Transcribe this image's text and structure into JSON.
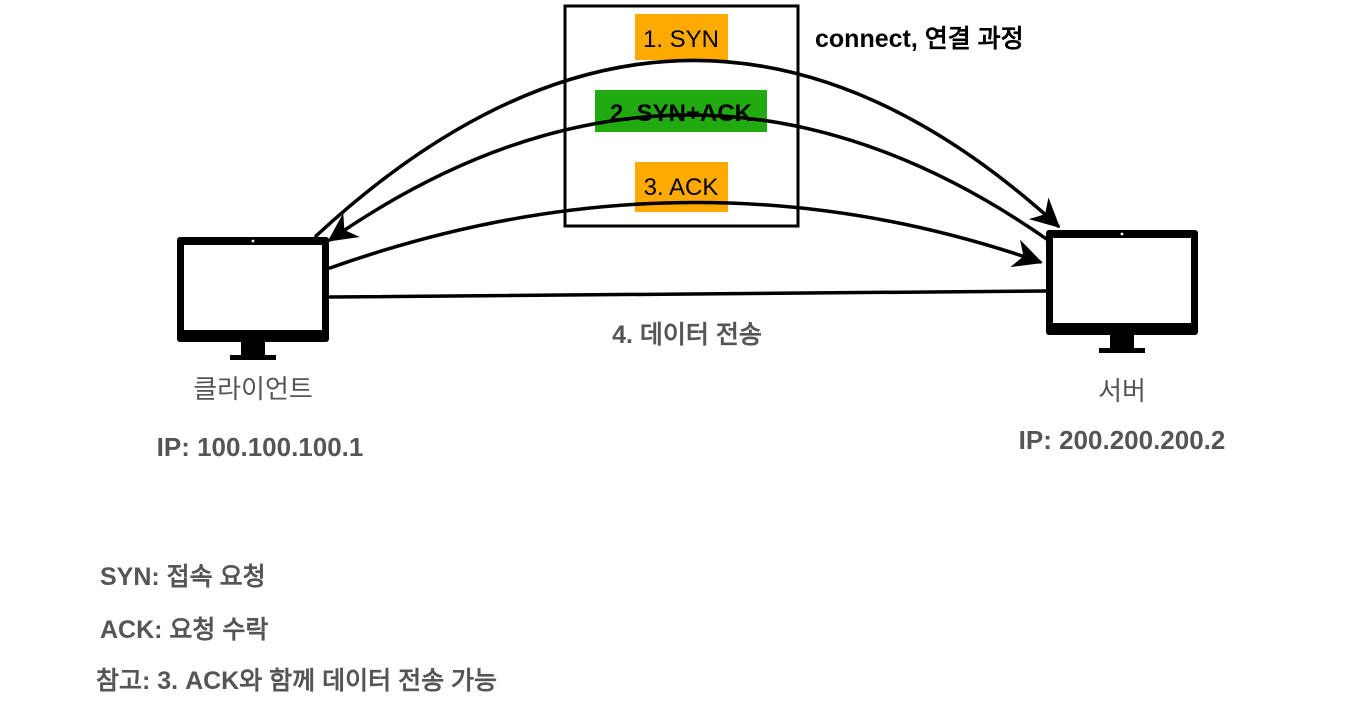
{
  "handshake": {
    "steps": [
      {
        "label": "1. SYN",
        "color": "#FFAA00"
      },
      {
        "label": "2. SYN+ACK",
        "color": "#22AA11"
      },
      {
        "label": "3. ACK",
        "color": "#FFAA00"
      }
    ],
    "caption": "connect, 연결 과정",
    "data_transfer": "4. 데이터 전송"
  },
  "client": {
    "name": "클라이언트",
    "ip": "IP: 100.100.100.1"
  },
  "server": {
    "name": "서버",
    "ip": "IP: 200.200.200.2"
  },
  "legend": [
    "SYN: 접속 요청",
    "ACK: 요청 수락",
    "참고: 3. ACK와 함께 데이터 전송 가능"
  ],
  "colors": {
    "ink": "#000000",
    "label_gray": "#555555",
    "syn": "#FFAA00",
    "synack": "#22AA11"
  }
}
